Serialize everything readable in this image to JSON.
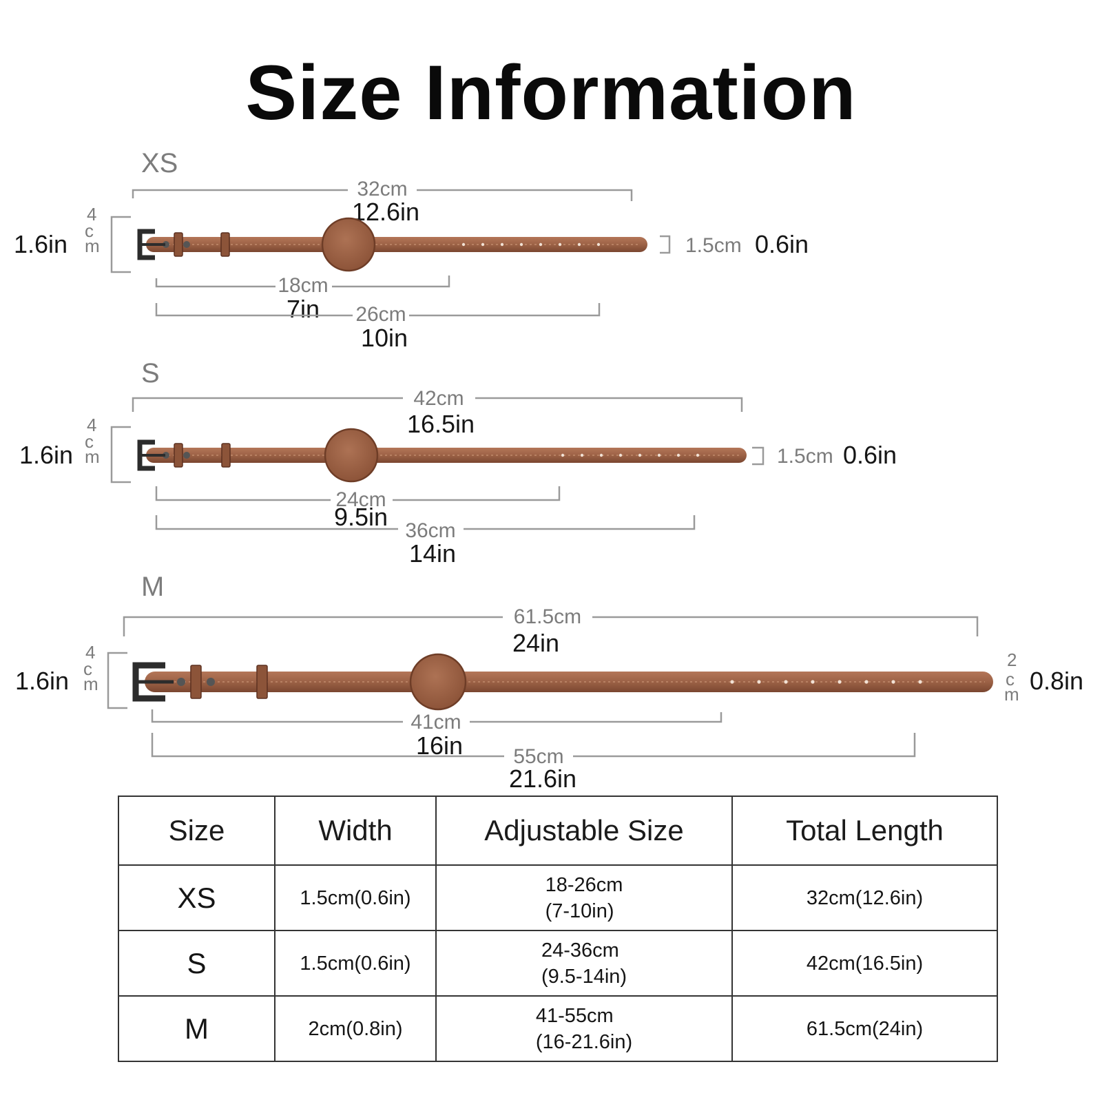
{
  "title": "Size Information",
  "colors": {
    "strap": "#9c6246",
    "strap_dark": "#6e3d27",
    "buckle": "#2c2c2c",
    "dimension_line": "#9a9a9a"
  },
  "diagrams": {
    "xs": {
      "name": "XS",
      "height_cm": "4\ncm",
      "height_in": "1.6in",
      "total_cm": "32cm",
      "total_in": "12.6in",
      "width_cm": "1.5cm",
      "width_in": "0.6in",
      "min_cm": "18cm",
      "min_in": "7in",
      "max_cm": "26cm",
      "max_in": "10in"
    },
    "s": {
      "name": "S",
      "height_cm": "4\ncm",
      "height_in": "1.6in",
      "total_cm": "42cm",
      "total_in": "16.5in",
      "width_cm": "1.5cm",
      "width_in": "0.6in",
      "min_cm": "24cm",
      "min_in": "9.5in",
      "max_cm": "36cm",
      "max_in": "14in"
    },
    "m": {
      "name": "M",
      "height_cm": "4\ncm",
      "height_in": "1.6in",
      "total_cm": "61.5cm",
      "total_in": "24in",
      "width_cm": "2\ncm",
      "width_in": "0.8in",
      "min_cm": "41cm",
      "min_in": "16in",
      "max_cm": "55cm",
      "max_in": "21.6in"
    }
  },
  "table": {
    "headers": [
      "Size",
      "Width",
      "Adjustable Size",
      "Total Length"
    ],
    "rows": [
      [
        "XS",
        "1.5cm(0.6in)",
        "18-26cm\n(7-10in)",
        "32cm(12.6in)"
      ],
      [
        "S",
        "1.5cm(0.6in)",
        "24-36cm\n(9.5-14in)",
        "42cm(16.5in)"
      ],
      [
        "M",
        "2cm(0.8in)",
        "41-55cm\n(16-21.6in)",
        "61.5cm(24in)"
      ]
    ]
  }
}
